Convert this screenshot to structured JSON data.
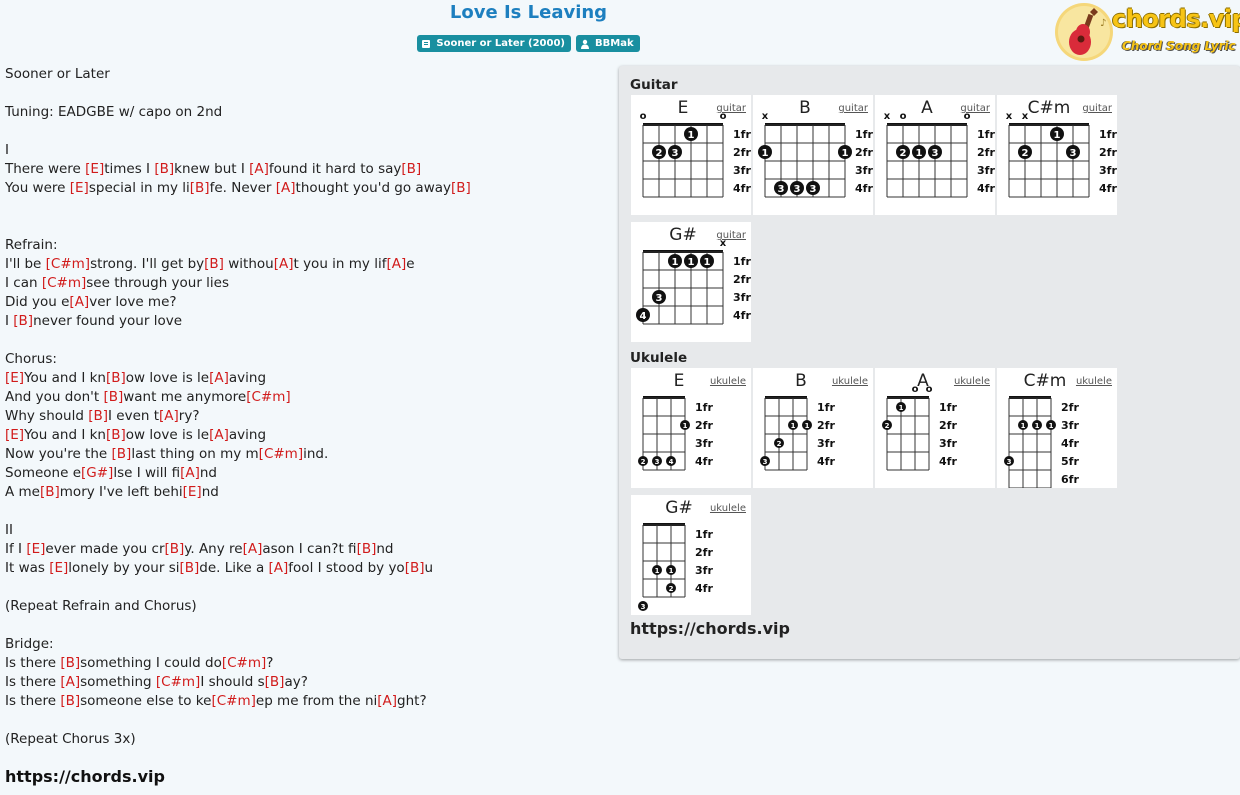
{
  "song": {
    "title": "Love Is Leaving",
    "album": "Sooner or Later (2000)",
    "artist": "BBMak"
  },
  "logo": {
    "name": "chords.vip",
    "tagline": "Chord Song Lyric"
  },
  "lyrics": [
    [
      [
        "t",
        "Sooner or Later"
      ]
    ],
    [],
    [
      [
        "t",
        "Tuning: EADGBE w/ capo on 2nd"
      ]
    ],
    [],
    [
      [
        "t",
        "I"
      ]
    ],
    [
      [
        "t",
        "There were "
      ],
      [
        "c",
        "[E]"
      ],
      [
        "t",
        "times I "
      ],
      [
        "c",
        "[B]"
      ],
      [
        "t",
        "knew but I "
      ],
      [
        "c",
        "[A]"
      ],
      [
        "t",
        "found it hard to say"
      ],
      [
        "c",
        "[B]"
      ]
    ],
    [
      [
        "t",
        "You were "
      ],
      [
        "c",
        "[E]"
      ],
      [
        "t",
        "special in my li"
      ],
      [
        "c",
        "[B]"
      ],
      [
        "t",
        "fe. Never "
      ],
      [
        "c",
        "[A]"
      ],
      [
        "t",
        "thought you'd go away"
      ],
      [
        "c",
        "[B]"
      ]
    ],
    [],
    [],
    [
      [
        "t",
        "Refrain:"
      ]
    ],
    [
      [
        "t",
        "I'll be "
      ],
      [
        "c",
        "[C#m]"
      ],
      [
        "t",
        "strong. I'll get by"
      ],
      [
        "c",
        "[B]"
      ],
      [
        "t",
        " withou"
      ],
      [
        "c",
        "[A]"
      ],
      [
        "t",
        "t you in my lif"
      ],
      [
        "c",
        "[A]"
      ],
      [
        "t",
        "e"
      ]
    ],
    [
      [
        "t",
        "I can "
      ],
      [
        "c",
        "[C#m]"
      ],
      [
        "t",
        "see through your lies"
      ]
    ],
    [
      [
        "t",
        "Did you e"
      ],
      [
        "c",
        "[A]"
      ],
      [
        "t",
        "ver love me?"
      ]
    ],
    [
      [
        "t",
        "I "
      ],
      [
        "c",
        "[B]"
      ],
      [
        "t",
        "never found your love"
      ]
    ],
    [],
    [
      [
        "t",
        "Chorus:"
      ]
    ],
    [
      [
        "c",
        "[E]"
      ],
      [
        "t",
        "You and I kn"
      ],
      [
        "c",
        "[B]"
      ],
      [
        "t",
        "ow love is le"
      ],
      [
        "c",
        "[A]"
      ],
      [
        "t",
        "aving"
      ]
    ],
    [
      [
        "t",
        "And you don't "
      ],
      [
        "c",
        "[B]"
      ],
      [
        "t",
        "want me anymore"
      ],
      [
        "c",
        "[C#m]"
      ]
    ],
    [
      [
        "t",
        "Why should "
      ],
      [
        "c",
        "[B]"
      ],
      [
        "t",
        "I even t"
      ],
      [
        "c",
        "[A]"
      ],
      [
        "t",
        "ry?"
      ]
    ],
    [
      [
        "c",
        "[E]"
      ],
      [
        "t",
        "You and I kn"
      ],
      [
        "c",
        "[B]"
      ],
      [
        "t",
        "ow love is le"
      ],
      [
        "c",
        "[A]"
      ],
      [
        "t",
        "aving"
      ]
    ],
    [
      [
        "t",
        "Now you're the "
      ],
      [
        "c",
        "[B]"
      ],
      [
        "t",
        "last thing on my m"
      ],
      [
        "c",
        "[C#m]"
      ],
      [
        "t",
        "ind."
      ]
    ],
    [
      [
        "t",
        "Someone e"
      ],
      [
        "c",
        "[G#]"
      ],
      [
        "t",
        "lse I will fi"
      ],
      [
        "c",
        "[A]"
      ],
      [
        "t",
        "nd"
      ]
    ],
    [
      [
        "t",
        "A me"
      ],
      [
        "c",
        "[B]"
      ],
      [
        "t",
        "mory I've left behi"
      ],
      [
        "c",
        "[E]"
      ],
      [
        "t",
        "nd"
      ]
    ],
    [],
    [
      [
        "t",
        "II"
      ]
    ],
    [
      [
        "t",
        "If I "
      ],
      [
        "c",
        "[E]"
      ],
      [
        "t",
        "ever made you cr"
      ],
      [
        "c",
        "[B]"
      ],
      [
        "t",
        "y. Any re"
      ],
      [
        "c",
        "[A]"
      ],
      [
        "t",
        "ason I can?t fi"
      ],
      [
        "c",
        "[B]"
      ],
      [
        "t",
        "nd"
      ]
    ],
    [
      [
        "t",
        "It was "
      ],
      [
        "c",
        "[E]"
      ],
      [
        "t",
        "lonely by your si"
      ],
      [
        "c",
        "[B]"
      ],
      [
        "t",
        "de. Like a "
      ],
      [
        "c",
        "[A]"
      ],
      [
        "t",
        "fool I stood by yo"
      ],
      [
        "c",
        "[B]"
      ],
      [
        "t",
        "u"
      ]
    ],
    [],
    [
      [
        "t",
        "(Repeat Refrain and Chorus)"
      ]
    ],
    [],
    [
      [
        "t",
        "Bridge:"
      ]
    ],
    [
      [
        "t",
        "Is there "
      ],
      [
        "c",
        "[B]"
      ],
      [
        "t",
        "something I could do"
      ],
      [
        "c",
        "[C#m]"
      ],
      [
        "t",
        "?"
      ]
    ],
    [
      [
        "t",
        "Is there "
      ],
      [
        "c",
        "[A]"
      ],
      [
        "t",
        "something "
      ],
      [
        "c",
        "[C#m]"
      ],
      [
        "t",
        "I should s"
      ],
      [
        "c",
        "[B]"
      ],
      [
        "t",
        "ay?"
      ]
    ],
    [
      [
        "t",
        "Is there "
      ],
      [
        "c",
        "[B]"
      ],
      [
        "t",
        "someone else to ke"
      ],
      [
        "c",
        "[C#m]"
      ],
      [
        "t",
        "ep me from the ni"
      ],
      [
        "c",
        "[A]"
      ],
      [
        "t",
        "ght?"
      ]
    ],
    [],
    [
      [
        "t",
        "(Repeat Chorus 3x)"
      ]
    ]
  ],
  "footer_url": "https://chords.vip",
  "panel": {
    "guitar_heading": "Guitar",
    "ukulele_heading": "Ukulele",
    "site_url": "https://chords.vip"
  },
  "guitar_chords": [
    {
      "name": "E",
      "link": "guitar",
      "strings": 6,
      "top": [
        "o",
        "",
        "",
        "",
        "",
        "o"
      ],
      "frets": [
        "1fr",
        "2fr",
        "3fr",
        "4fr"
      ],
      "dots": [
        [
          4,
          1,
          "1"
        ],
        [
          2,
          2,
          "2"
        ],
        [
          3,
          2,
          "3"
        ]
      ]
    },
    {
      "name": "B",
      "link": "guitar",
      "strings": 6,
      "top": [
        "x",
        "",
        "",
        "",
        "",
        ""
      ],
      "frets": [
        "1fr",
        "2fr",
        "3fr",
        "4fr"
      ],
      "dots": [
        [
          1,
          2,
          "1"
        ],
        [
          6,
          2,
          "1"
        ],
        [
          2,
          4,
          "3"
        ],
        [
          3,
          4,
          "3"
        ],
        [
          4,
          4,
          "3"
        ]
      ]
    },
    {
      "name": "A",
      "link": "guitar",
      "strings": 6,
      "top": [
        "x",
        "o",
        "",
        "",
        "",
        "o"
      ],
      "frets": [
        "1fr",
        "2fr",
        "3fr",
        "4fr"
      ],
      "dots": [
        [
          2,
          2,
          "2"
        ],
        [
          3,
          2,
          "1"
        ],
        [
          4,
          2,
          "3"
        ]
      ]
    },
    {
      "name": "C#m",
      "link": "guitar",
      "strings": 6,
      "top": [
        "x",
        "x",
        "",
        "",
        "",
        ""
      ],
      "frets": [
        "1fr",
        "2fr",
        "3fr",
        "4fr"
      ],
      "dots": [
        [
          4,
          1,
          "1"
        ],
        [
          2,
          2,
          "2"
        ],
        [
          5,
          2,
          "3"
        ]
      ]
    },
    {
      "name": "G#",
      "link": "guitar",
      "strings": 6,
      "top": [
        "",
        "",
        "",
        "",
        "",
        "x"
      ],
      "frets": [
        "1fr",
        "2fr",
        "3fr",
        "4fr"
      ],
      "dots": [
        [
          3,
          1,
          "1"
        ],
        [
          4,
          1,
          "1"
        ],
        [
          5,
          1,
          "1"
        ],
        [
          2,
          3,
          "3"
        ],
        [
          1,
          4,
          "4"
        ]
      ]
    }
  ],
  "ukulele_chords": [
    {
      "name": "E",
      "link": "ukulele",
      "strings": 4,
      "top": [
        "",
        "",
        "",
        ""
      ],
      "frets": [
        "1fr",
        "2fr",
        "3fr",
        "4fr"
      ],
      "dots": [
        [
          4,
          2,
          "1"
        ],
        [
          1,
          4,
          "2"
        ],
        [
          2,
          4,
          "3"
        ],
        [
          3,
          4,
          "4"
        ]
      ]
    },
    {
      "name": "B",
      "link": "ukulele",
      "strings": 4,
      "top": [
        "",
        "",
        "",
        ""
      ],
      "frets": [
        "1fr",
        "2fr",
        "3fr",
        "4fr"
      ],
      "dots": [
        [
          3,
          2,
          "1"
        ],
        [
          4,
          2,
          "1"
        ],
        [
          2,
          3,
          "2"
        ],
        [
          1,
          4,
          "3"
        ]
      ]
    },
    {
      "name": "A",
      "link": "ukulele",
      "strings": 4,
      "top": [
        "",
        "",
        "o",
        "o"
      ],
      "frets": [
        "1fr",
        "2fr",
        "3fr",
        "4fr"
      ],
      "dots": [
        [
          2,
          1,
          "1"
        ],
        [
          1,
          2,
          "2"
        ]
      ]
    },
    {
      "name": "C#m",
      "link": "ukulele",
      "strings": 4,
      "top": [
        "",
        "",
        "",
        ""
      ],
      "frets": [
        "2fr",
        "3fr",
        "4fr",
        "5fr",
        "6fr"
      ],
      "dots": [
        [
          2,
          2,
          "1"
        ],
        [
          3,
          2,
          "1"
        ],
        [
          4,
          2,
          "1"
        ],
        [
          1,
          4,
          "3"
        ]
      ]
    },
    {
      "name": "G#",
      "link": "ukulele",
      "strings": 4,
      "top": [
        "",
        "",
        "",
        ""
      ],
      "frets": [
        "1fr",
        "2fr",
        "3fr",
        "4fr"
      ],
      "dots": [
        [
          2,
          3,
          "1"
        ],
        [
          3,
          3,
          "1"
        ],
        [
          3,
          4,
          "2"
        ],
        [
          1,
          5,
          "3"
        ]
      ]
    }
  ]
}
